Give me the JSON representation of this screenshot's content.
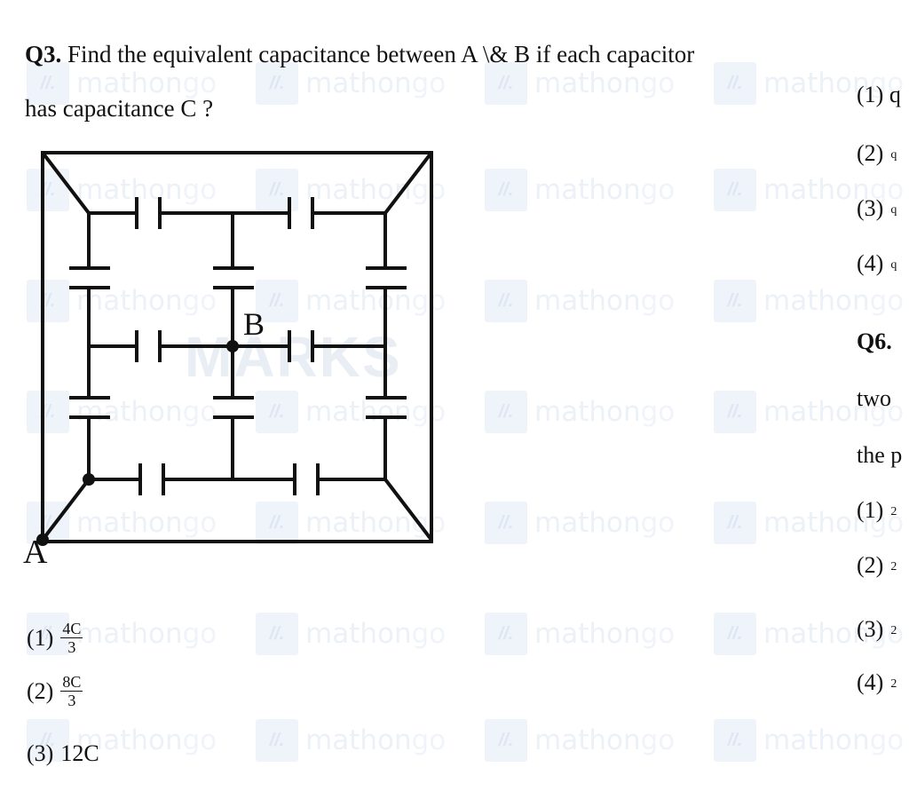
{
  "question": {
    "number": "Q3.",
    "text_line1": "Find the equivalent capacitance between A \\& B if each capacitor",
    "text_line2": "has capacitance C ?"
  },
  "labels": {
    "A": "A",
    "B": "B"
  },
  "options": [
    {
      "index": "(1)",
      "numerator": "4C",
      "denominator": "3"
    },
    {
      "index": "(2)",
      "numerator": "8C",
      "denominator": "3"
    },
    {
      "index": "(3)",
      "text": "12C"
    }
  ],
  "right_column": {
    "opt1": "(1) q",
    "opt2": "(2)",
    "opt3": "(3)",
    "opt4": "(4)",
    "frac_char": "q",
    "q6": "Q6.",
    "q6_line2": "two",
    "q6_line3": "the p",
    "q6_opts": [
      "(1)",
      "(2)",
      "(3)",
      "(4)"
    ],
    "q6_frac_char": "2"
  },
  "watermark": {
    "word": "mathon",
    "suffix": "go",
    "logo": "//.",
    "overlay": "MARKS"
  }
}
